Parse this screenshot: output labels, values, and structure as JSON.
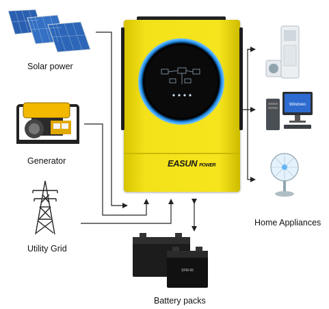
{
  "labels": {
    "solar": "Solar power",
    "generator": "Generator",
    "grid": "Utility Grid",
    "appliances": "Home Appliances",
    "battery": "Battery packs"
  },
  "inverter": {
    "brand": "EASUN",
    "brand_sub": "POWER",
    "body_color": "#f4e21a",
    "ring_color": "#1e88e5"
  },
  "battery": {
    "model": "SFM-65"
  },
  "computer": {
    "screen_text": "Windows"
  }
}
